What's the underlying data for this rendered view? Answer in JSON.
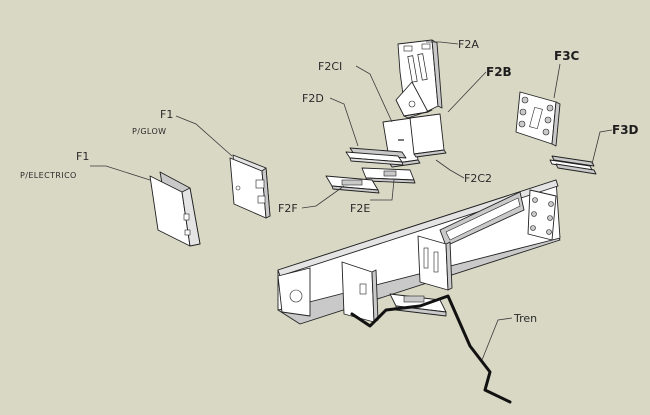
{
  "colors": {
    "background": "#d9d8c5",
    "part_fill": "#ffffff",
    "part_shade": "#c9c9c9",
    "line": "#222222"
  },
  "labels": {
    "f1_electrico_code": "F1",
    "f1_electrico_sub": "P/ELECTRICO",
    "f1_glow_code": "F1",
    "f1_glow_sub": "P/GLOW",
    "f2a": "F2A",
    "f2b": "F2B",
    "f2c1": "F2CI",
    "f2c2": "F2C2",
    "f2d": "F2D",
    "f2e": "F2E",
    "f2f": "F2F",
    "f3c": "F3C",
    "f3d": "F3D",
    "tren": "Tren"
  }
}
